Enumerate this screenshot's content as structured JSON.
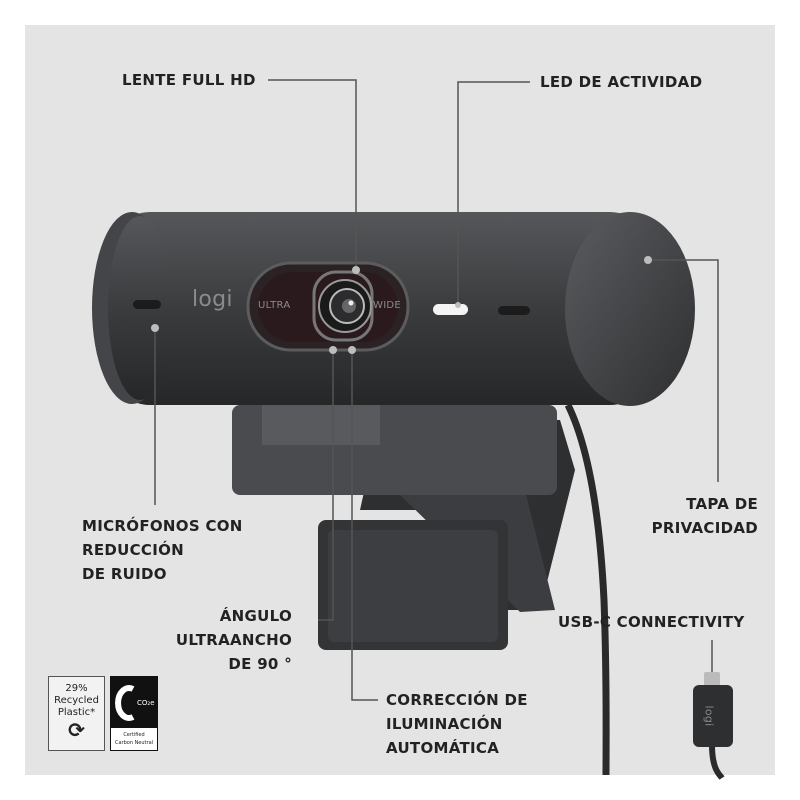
{
  "brand_logo": "logi",
  "lens_text": {
    "left": "ULTRA",
    "right": "WIDE"
  },
  "callouts": {
    "lens": "LENTE FULL HD",
    "led": "LED DE ACTIVIDAD",
    "privacy": [
      "TAPA DE",
      "PRIVACIDAD"
    ],
    "mics": [
      "MICRÓFONOS CON",
      "REDUCCIÓN",
      "DE RUIDO"
    ],
    "angle": [
      "ÁNGULO",
      "ULTRAANCHO",
      "DE 90 °"
    ],
    "light": [
      "CORRECCIÓN DE",
      "ILUMINACIÓN",
      "AUTOMÁTICA"
    ],
    "usb": "USB-C CONNECTIVITY"
  },
  "badges": {
    "recycled": [
      "29%",
      "Recycled",
      "Plastic*"
    ],
    "carbon": {
      "symbol": "CO₂e",
      "lines": [
        "Certified",
        "Carbon Neutral"
      ]
    }
  },
  "colors": {
    "background": "#e4e4e4",
    "body": "#3a3b3d",
    "text": "#222222",
    "line": "#555555"
  }
}
